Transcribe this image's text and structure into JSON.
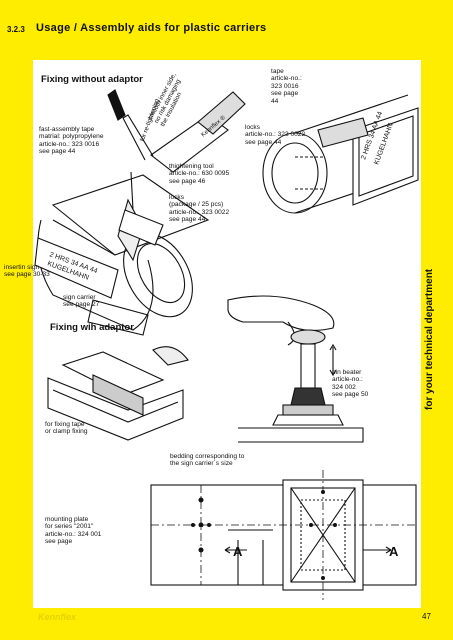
{
  "header": {
    "section_number": "3.2.3",
    "title": "Usage / Assembly aids for plastic carriers"
  },
  "side_label": "for your technical department",
  "footer": {
    "brand": "Kennflex",
    "page_number": "47"
  },
  "headings": {
    "fixing_without": "Fixing without adaptor",
    "fixing_with": "Fixing wih adaptor"
  },
  "labels": {
    "tape": [
      "tape",
      "article-no.:",
      "323 0016",
      "see page",
      "44"
    ],
    "fast_tape": [
      "fast-assembly tape",
      "matrial: polypropylene",
      "article-no.: 323 0016",
      "see page 44"
    ],
    "locks": [
      "locks",
      "article-no.: 323 0022",
      "see page 44"
    ],
    "tool": [
      "thightening tool",
      "article-no.: 630 0095",
      "see page 46"
    ],
    "locks_pkg": [
      "locks",
      "(package / 25 pcs)",
      "article-no.: 323 0022",
      "see page 44"
    ],
    "insert_sign": [
      "insertin sign",
      "see page 30-33"
    ],
    "sign_carrier": [
      "sign carrier",
      "see page 27"
    ],
    "pin_beater": [
      "pin beater",
      "article-no.:",
      "324 002",
      "see page 50"
    ],
    "fixing_tape": [
      "for fixing tape",
      "or clamp fixing"
    ],
    "bedding": [
      "bedding corresponding to",
      "the sign carrier´s size"
    ],
    "mounting": [
      "mounting plate",
      "for series \"2001\"",
      "article-no.: 324 001",
      "see page"
    ]
  },
  "rotated": {
    "smooth": [
      "smooth inner side,",
      "no risk damaging",
      "the insulation"
    ],
    "retightening": "for re-tightening"
  },
  "drawing_text": {
    "carrier_text_1": "2 HRS 34 AA 44",
    "carrier_text_2": "KUGELHAHN",
    "tool_brand": "Kennflex ®",
    "section_mark_1": "A",
    "section_mark_2": "A"
  }
}
